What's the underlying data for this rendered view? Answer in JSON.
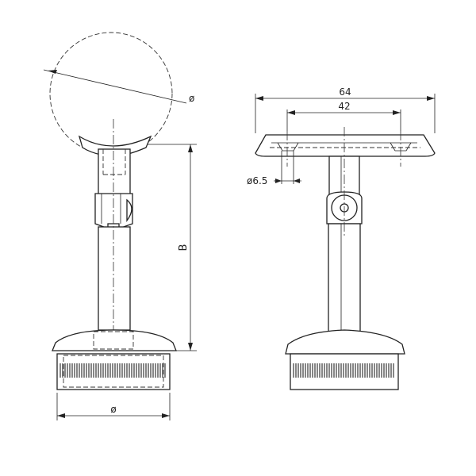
{
  "dimensions": {
    "side_view": {
      "saddle_diameter": "ø",
      "height": "B",
      "base_diameter": "ø"
    },
    "front_view": {
      "overall_width": "64",
      "hole_spacing": "42",
      "hole_diameter": "ø6.5"
    }
  }
}
